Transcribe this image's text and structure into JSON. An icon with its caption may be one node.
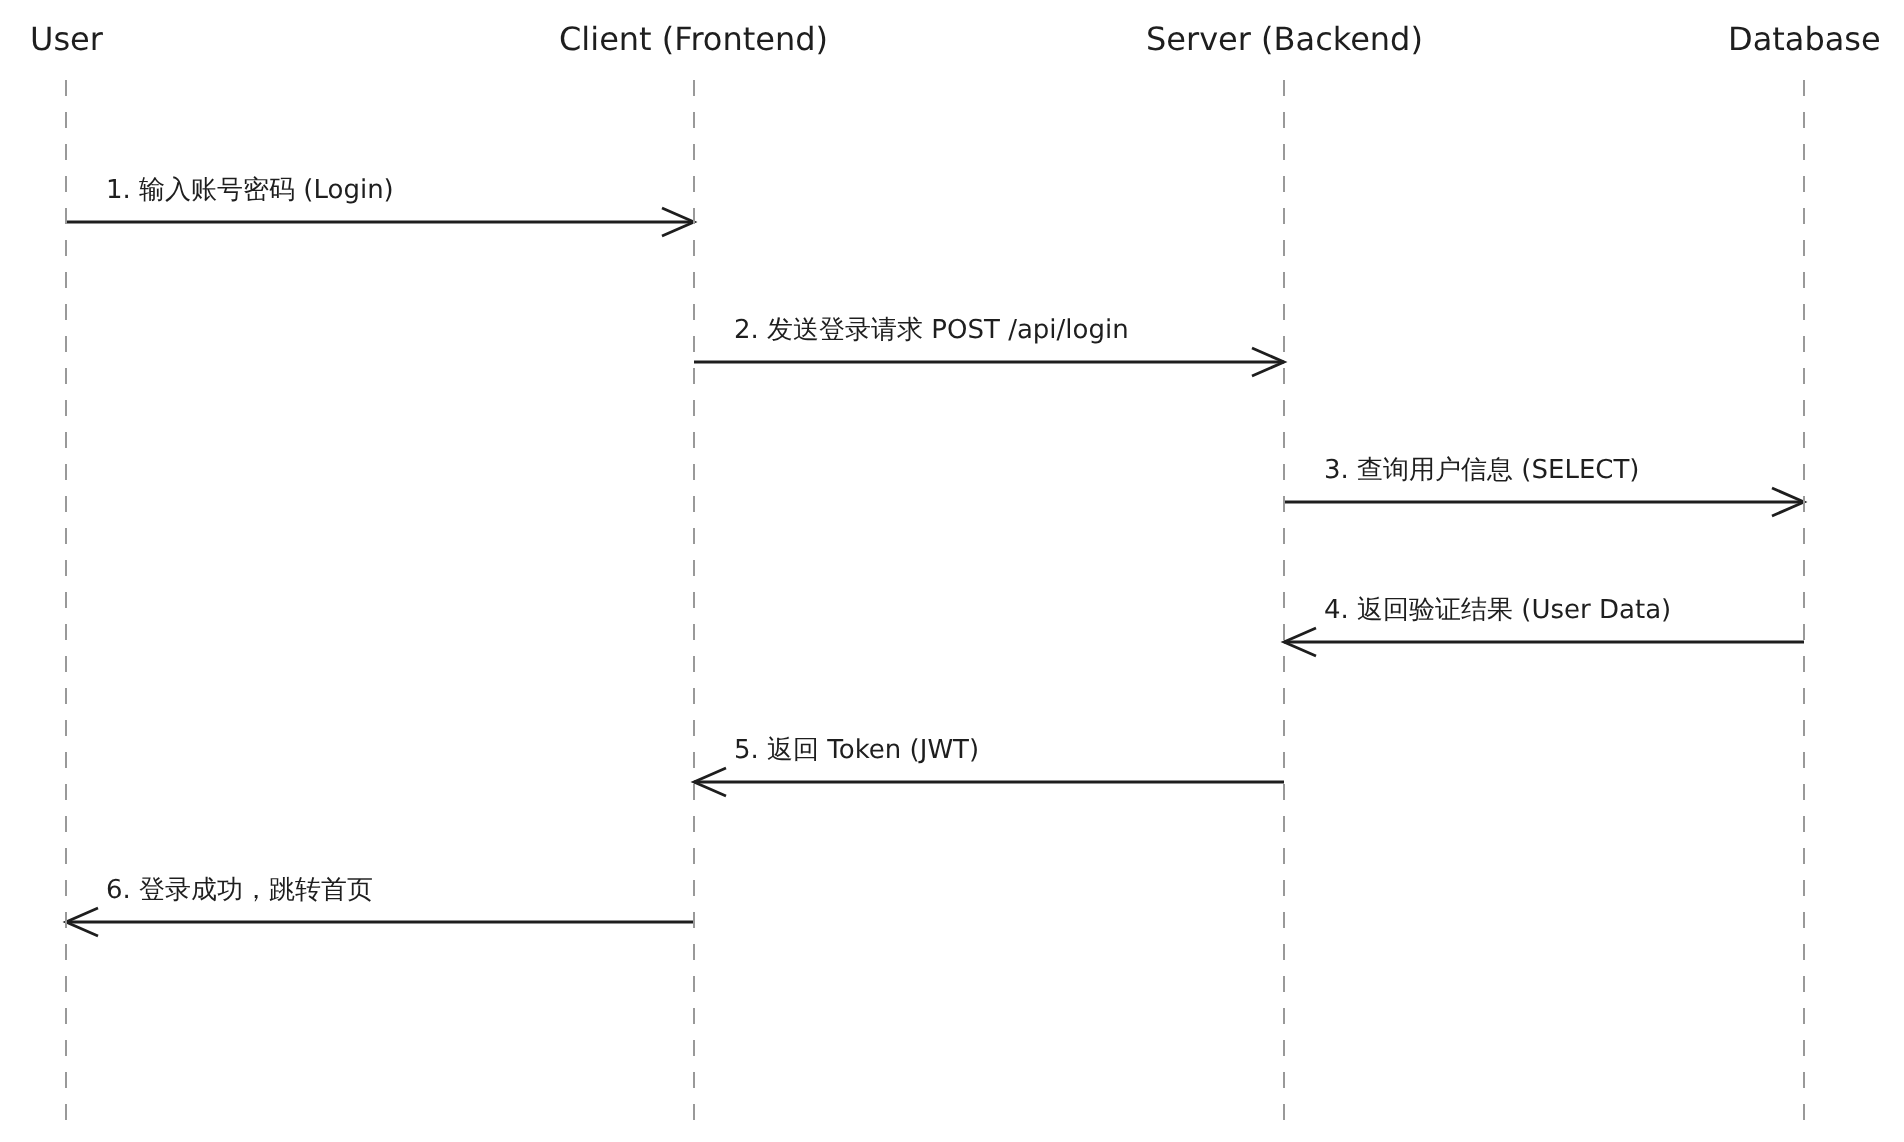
{
  "diagram": {
    "nodes": [
      {
        "text": [
          "User"
        ]
      },
      {
        "text": [
          "Client (Frontend)"
        ]
      },
      {
        "text": [
          "Server (Backend)"
        ]
      },
      {
        "text": [
          "Database"
        ]
      }
    ],
    "edges": [
      {
        "from": 0,
        "to": 1,
        "arrow": "to",
        "label": "1. 输入账号密码 (Login)"
      },
      {
        "from": 1,
        "to": 2,
        "arrow": "to",
        "label": "2. 发送登录请求 POST /api/login"
      },
      {
        "from": 2,
        "to": 3,
        "arrow": "to",
        "label": "3. 查询用户信息 (SELECT)"
      },
      {
        "from": 3,
        "to": 2,
        "arrow": "to",
        "label": "4. 返回验证结果 (User Data)"
      },
      {
        "from": 2,
        "to": 1,
        "arrow": "to",
        "label": "5. 返回 Token (JWT)"
      },
      {
        "from": 1,
        "to": 0,
        "arrow": "to",
        "label": "6. 登录成功，跳转首页"
      }
    ]
  }
}
